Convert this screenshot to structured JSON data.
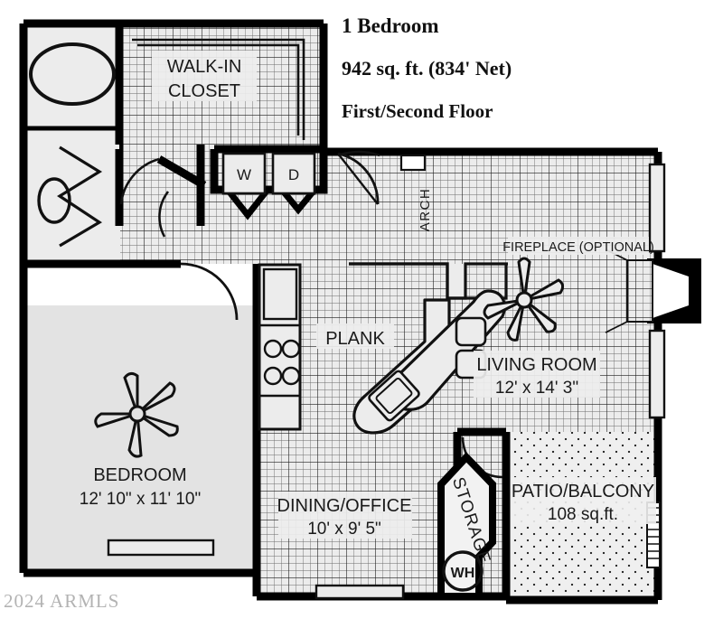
{
  "document": {
    "kind": "floor-plan",
    "watermark": "2024 ARMLS"
  },
  "header": {
    "line1": "1 Bedroom",
    "line2": "942 sq. ft. (834' Net)",
    "line3": "First/Second Floor"
  },
  "rooms": {
    "walk_in_closet": {
      "name_line1": "WALK-IN",
      "name_line2": "CLOSET"
    },
    "living_room": {
      "name": "LIVING ROOM",
      "dims": "12' x 14' 3\""
    },
    "bedroom": {
      "name": "BEDROOM",
      "dims": "12' 10\" x 11' 10\""
    },
    "dining_office": {
      "name": "DINING/OFFICE",
      "dims": "10' x 9' 5\""
    },
    "patio_balcony": {
      "name": "PATIO/BALCONY",
      "dims": "108 sq.ft."
    },
    "storage": {
      "name": "STORAGE"
    },
    "kitchen": {
      "name": "PLANK"
    }
  },
  "annotations": {
    "fireplace": "FIREPLACE (OPTIONAL)",
    "arch": "ARCH",
    "washer": "W",
    "dryer": "D",
    "water_heater": "WH"
  },
  "colors": {
    "wall": "#000000",
    "tile_fill": "#ececec",
    "carpet_fill": "#e3e3e3",
    "patio_fill": "#efefef",
    "grid_line": "#555555",
    "grid_line_major": "#222222",
    "text": "#1a1a1a",
    "watermark": "#9a9a9a",
    "background": "#ffffff"
  }
}
